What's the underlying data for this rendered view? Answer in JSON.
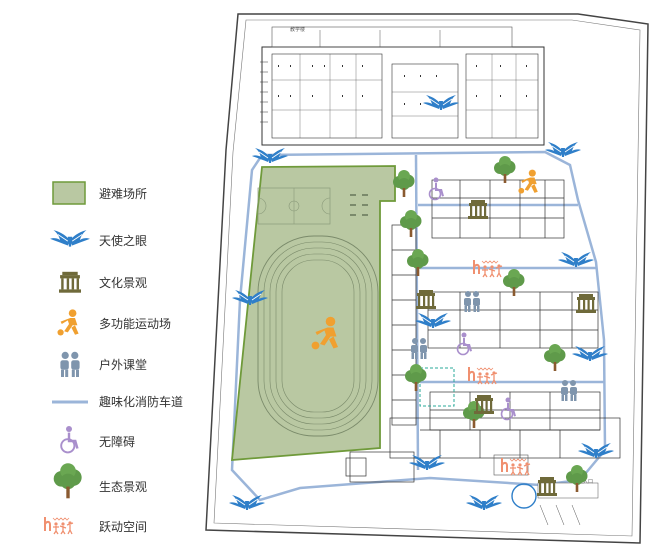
{
  "colors": {
    "refuge_fill": "#b9c8a2",
    "refuge_stroke": "#6f9a3a",
    "angel_blue": "#2f7fc9",
    "culture_olive": "#6f6a3a",
    "sport_orange": "#f0a030",
    "classroom_slate": "#7f95ad",
    "fire_lane": "#9bb5d9",
    "accessible_purple": "#a98fcc",
    "tree_green": "#5f9a4a",
    "tree_trunk": "#8a5a30",
    "activity_orange": "#f09070",
    "building_line": "#333333",
    "wall_line": "#444444"
  },
  "legend": [
    {
      "icon": "refuge-area-swatch",
      "label": "避难场所"
    },
    {
      "icon": "angel-eye-icon",
      "label": "天使之眼"
    },
    {
      "icon": "culture-pavilion-icon",
      "label": "文化景观"
    },
    {
      "icon": "multi-sport-icon",
      "label": "多功能运动场"
    },
    {
      "icon": "outdoor-classroom-icon",
      "label": "户外课堂"
    },
    {
      "icon": "fire-lane-line",
      "label": "趣味化消防车道"
    },
    {
      "icon": "wheelchair-icon",
      "label": "无障碍"
    },
    {
      "icon": "tree-icon",
      "label": "生态景观"
    },
    {
      "icon": "jumping-people-icon",
      "label": "跃动空间"
    }
  ],
  "map": {
    "top_gate_label": "教学楼",
    "bottom_gate_label": "主入口"
  }
}
